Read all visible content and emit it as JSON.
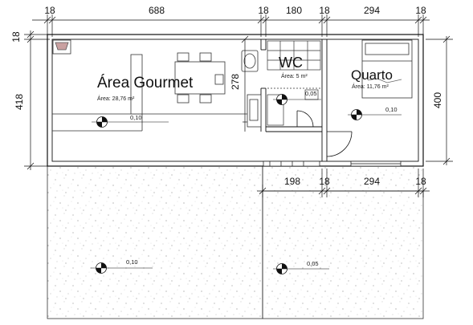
{
  "rooms": {
    "gourmet": {
      "name": "Área Gourmet",
      "area": "Área: 28,76 m²",
      "level": "0,10"
    },
    "wc": {
      "name": "WC",
      "area": "Área: 5 m²",
      "level": "0,05"
    },
    "quarto": {
      "name": "Quarto",
      "area": "Área: 11,76 m²",
      "level": "0,10"
    }
  },
  "exterior": {
    "left_level": "0,10",
    "right_level": "0,05"
  },
  "dimensions": {
    "top": [
      "18",
      "688",
      "18",
      "180",
      "18",
      "294",
      "18"
    ],
    "bottom": [
      "198",
      "18",
      "294",
      "18"
    ],
    "left_top": "18",
    "left_height": "418",
    "right_height": "400",
    "wc_inner": "278"
  }
}
